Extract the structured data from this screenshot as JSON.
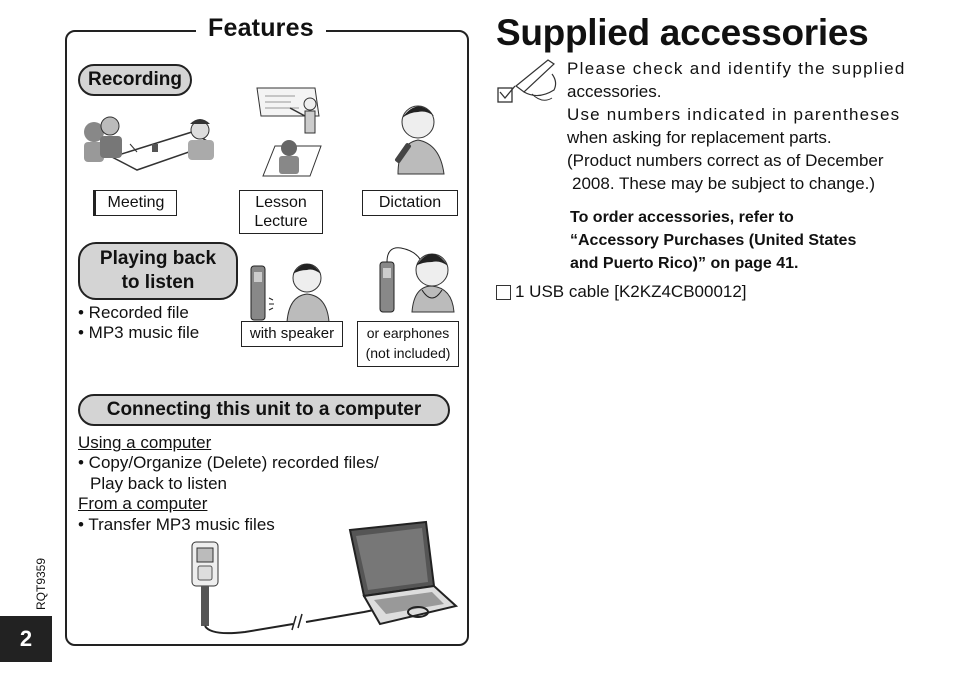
{
  "features": {
    "title": "Features",
    "recording": {
      "label": "Recording",
      "scenes": [
        "Meeting",
        "Lesson",
        "Lecture",
        "Dictation"
      ]
    },
    "playing": {
      "label_line1": "Playing back",
      "label_line2": "to listen",
      "bullets": [
        "• Recorded file",
        "• MP3 music file"
      ],
      "speaker": "with speaker",
      "earphones_line1": "or earphones",
      "earphones_line2": "(not included)"
    },
    "connecting": {
      "label": "Connecting this unit to a computer",
      "using_heading": "Using a computer",
      "using_line1": "• Copy/Organize (Delete) recorded files/",
      "using_line2": "Play back to listen",
      "from_heading": "From a computer",
      "from_line1": "• Transfer MP3 music files"
    }
  },
  "accessories": {
    "title": "Supplied accessories",
    "line1": "Please check and identify the supplied",
    "line2": "accessories.",
    "line3": "Use numbers indicated in parentheses",
    "line4": "when asking for replacement parts.",
    "line5": "(Product numbers correct as of December",
    "line6": "2008. These may be subject to change.)",
    "order_line1": "To order accessories, refer to",
    "order_line2": "“Accessory Purchases (United States",
    "order_line3": "and Puerto Rico)” on page",
    "order_page": "41.",
    "item": "1 USB cable [K2KZ4CB00012]"
  },
  "footer": {
    "page_number": "2",
    "doc_code": "RQT9359"
  }
}
